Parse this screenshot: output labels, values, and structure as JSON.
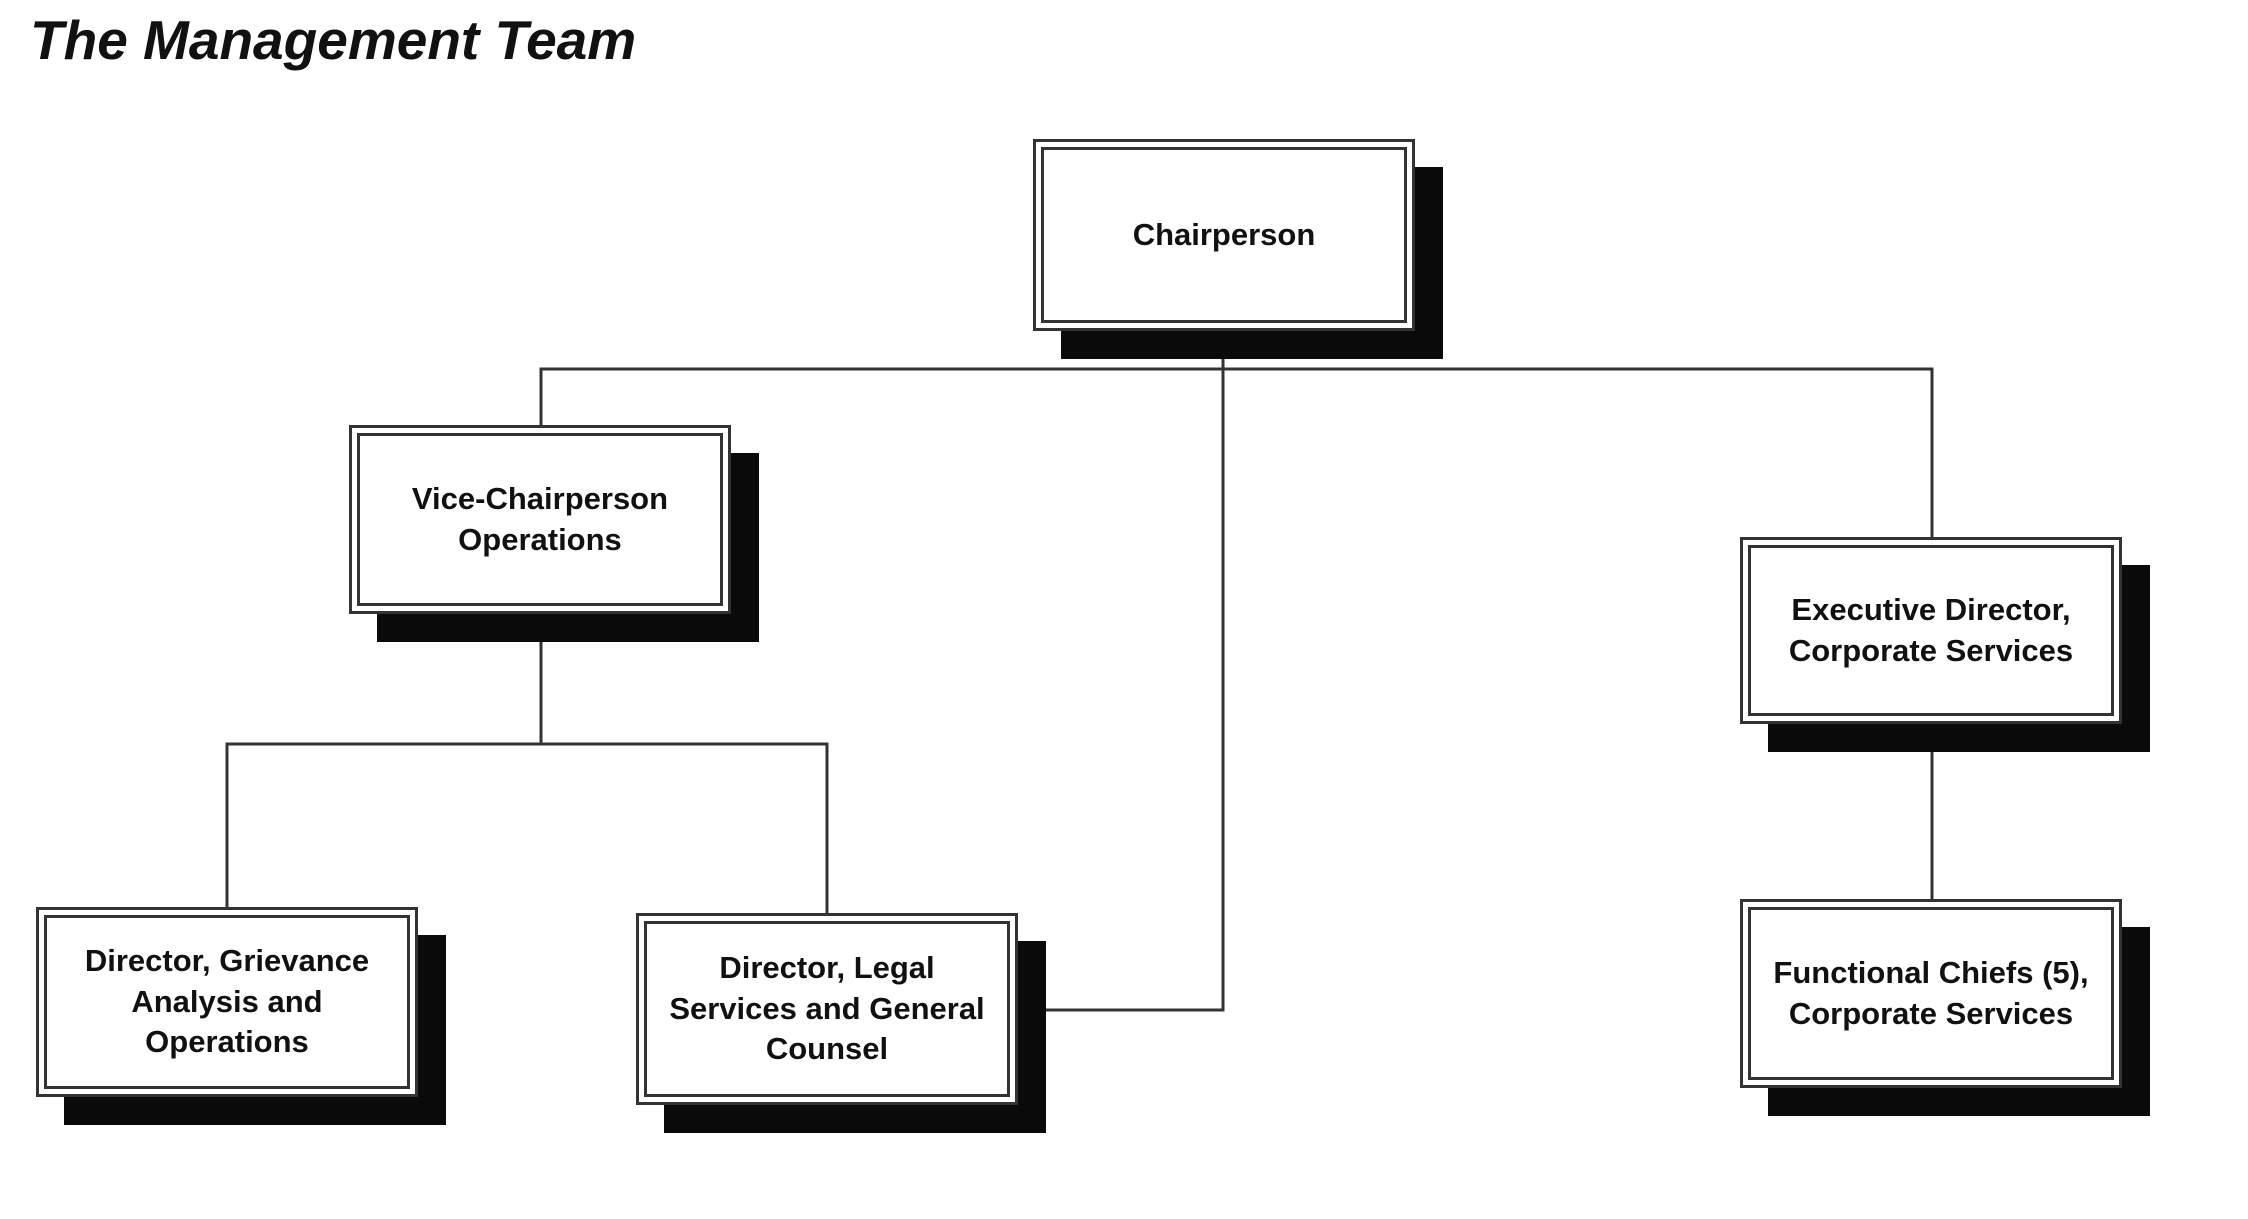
{
  "title": "The Management Team",
  "colors": {
    "line": "#333333",
    "shadow": "#0a0a0a",
    "text": "#111111",
    "background": "#ffffff"
  },
  "nodes": {
    "chairperson": "Chairperson",
    "vice_chairperson": "Vice-Chairperson\nOperations",
    "executive_director": "Executive Director,\nCorporate Services",
    "director_grievance": "Director, Grievance\nAnalysis and\nOperations",
    "director_legal": "Director, Legal\nServices and General\nCounsel",
    "functional_chiefs": "Functional Chiefs (5),\nCorporate Services"
  }
}
